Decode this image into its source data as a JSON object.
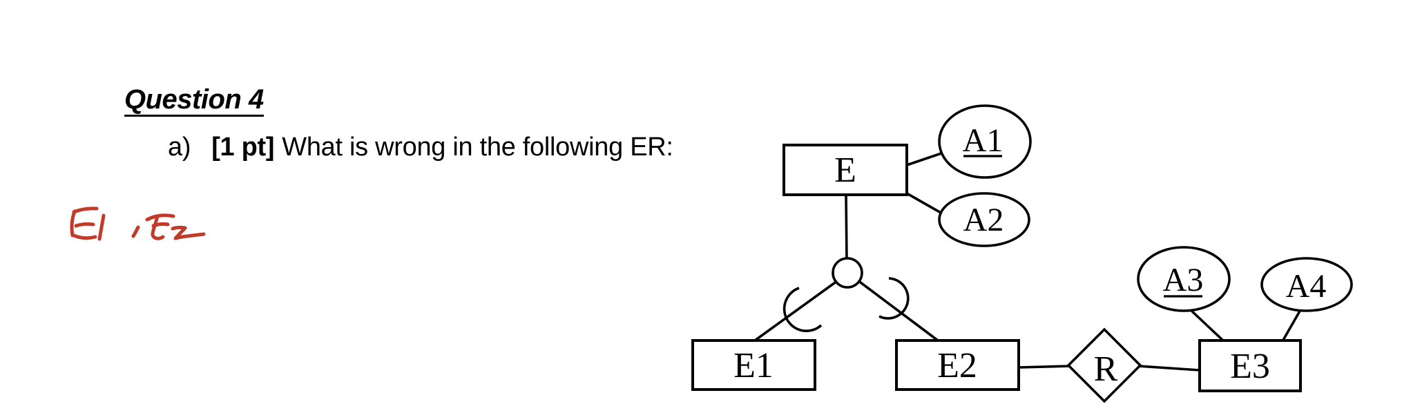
{
  "heading": {
    "text": "Question 4"
  },
  "question": {
    "marker": "a)",
    "points": "[1 pt]",
    "text": "What is wrong in the following ER:"
  },
  "annotation": {
    "text": "E1 , E2",
    "ink_color": "#c23a28"
  },
  "diagram": {
    "stroke_color": "#000000",
    "labels": {
      "e": "E",
      "e1": "E1",
      "e2": "E2",
      "e3": "E3",
      "r": "R",
      "a1": "A1",
      "a2": "A2",
      "a3": "A3",
      "a4": "A4"
    },
    "key_attributes": "A1, A3"
  }
}
